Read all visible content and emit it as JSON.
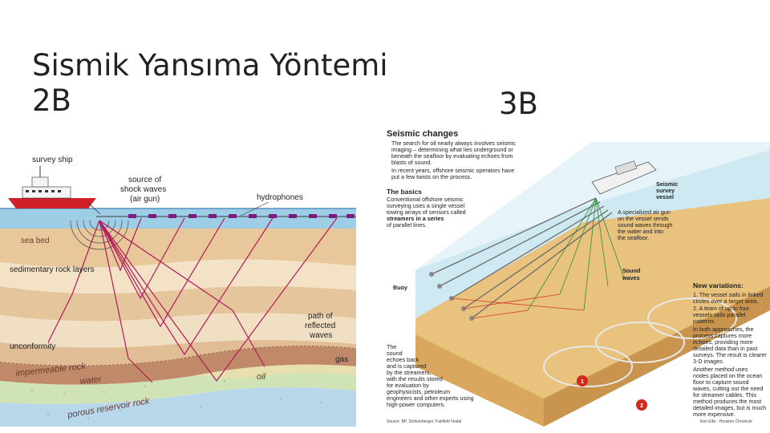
{
  "title": {
    "line1": "Sismik Yansıma Yöntemi",
    "line2": "2B",
    "right_label": "3B"
  },
  "diagram_2d": {
    "labels": {
      "survey_ship": "survey ship",
      "source_line1": "source of",
      "source_line2": "shock waves",
      "source_line3": "(air gun)",
      "hydrophones": "hydrophones",
      "sea_bed": "sea bed",
      "sedimentary": "sedimentary rock layers",
      "path_line1": "path of",
      "path_line2": "reflected",
      "path_line3": "waves",
      "unconformity": "unconformity",
      "gas": "gas",
      "impermeable": "impermeable rock",
      "water": "water",
      "oil": "oil",
      "porous": "porous reservoir rock"
    }
  },
  "diagram_3d": {
    "heading": "Seismic changes",
    "intro": [
      "The search for oil nearly always involves seismic",
      "imaging – determining what lies underground or",
      "beneath the seafloor by evaluating echoes from",
      "blasts of sound."
    ],
    "intro2": [
      "In recent years, offshore seismic operators have",
      "put a few twists on the process."
    ],
    "basics_heading": "The basics",
    "basics": [
      "Conventional offshore seismic",
      "surveying uses a single vessel",
      "towing arrays of sensors called",
      "streamers in a series",
      "of parallel lines."
    ],
    "vessel_label": [
      "Seismic",
      "survey",
      "vessel"
    ],
    "airgun_label": [
      "A specialized air gun",
      "on the vessel sends",
      "sound waves through",
      "the water and into",
      "the seafloor."
    ],
    "buoy": "Buoy",
    "sound_waves": [
      "Sound",
      "waves"
    ],
    "echo_text": [
      "The",
      "sound",
      "echoes back",
      "and is captured",
      "by the streamers,",
      "with the results stored",
      "for evaluation by",
      "geophysicists, petroleum",
      "engineers and other experts using",
      "high-power computers."
    ],
    "new_heading": "New variations:",
    "variation1": [
      "1. The vessel sails in linked",
      "circles over a target area."
    ],
    "variation2": [
      "2. A team of up to four",
      "vessels sails parallel",
      "patterns."
    ],
    "approaches": [
      "In both approaches, the",
      "process captures more",
      "echoes, providing more",
      "detailed data than in past",
      "surveys. The result is clearer",
      "3-D images."
    ],
    "another": [
      "Another method uses",
      "nodes placed on the ocean",
      "floor to capture sound",
      "waves, cutting out the need",
      "for streamer cables. This",
      "method produces the most",
      "detailed images, but is much",
      "more expensive."
    ],
    "marker1": "1",
    "marker2": "2",
    "source": "Source: BP, Schlumberger, Fairfield Nodal",
    "credit": "Ken Ellis : Houston Chronicle"
  }
}
